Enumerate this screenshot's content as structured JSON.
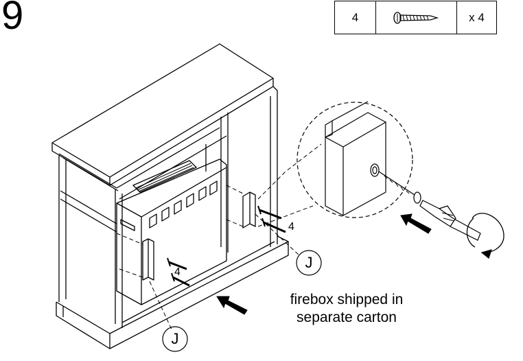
{
  "step": {
    "number": "9"
  },
  "parts": {
    "part_id": "4",
    "part_icon": "screw-icon",
    "quantity": "x 4"
  },
  "labels": {
    "screw_count_right": "4",
    "screw_count_left": "4",
    "bracket_right": "J",
    "bracket_left": "J"
  },
  "caption": {
    "line1": "firebox shipped  in",
    "line2": "separate carton"
  }
}
